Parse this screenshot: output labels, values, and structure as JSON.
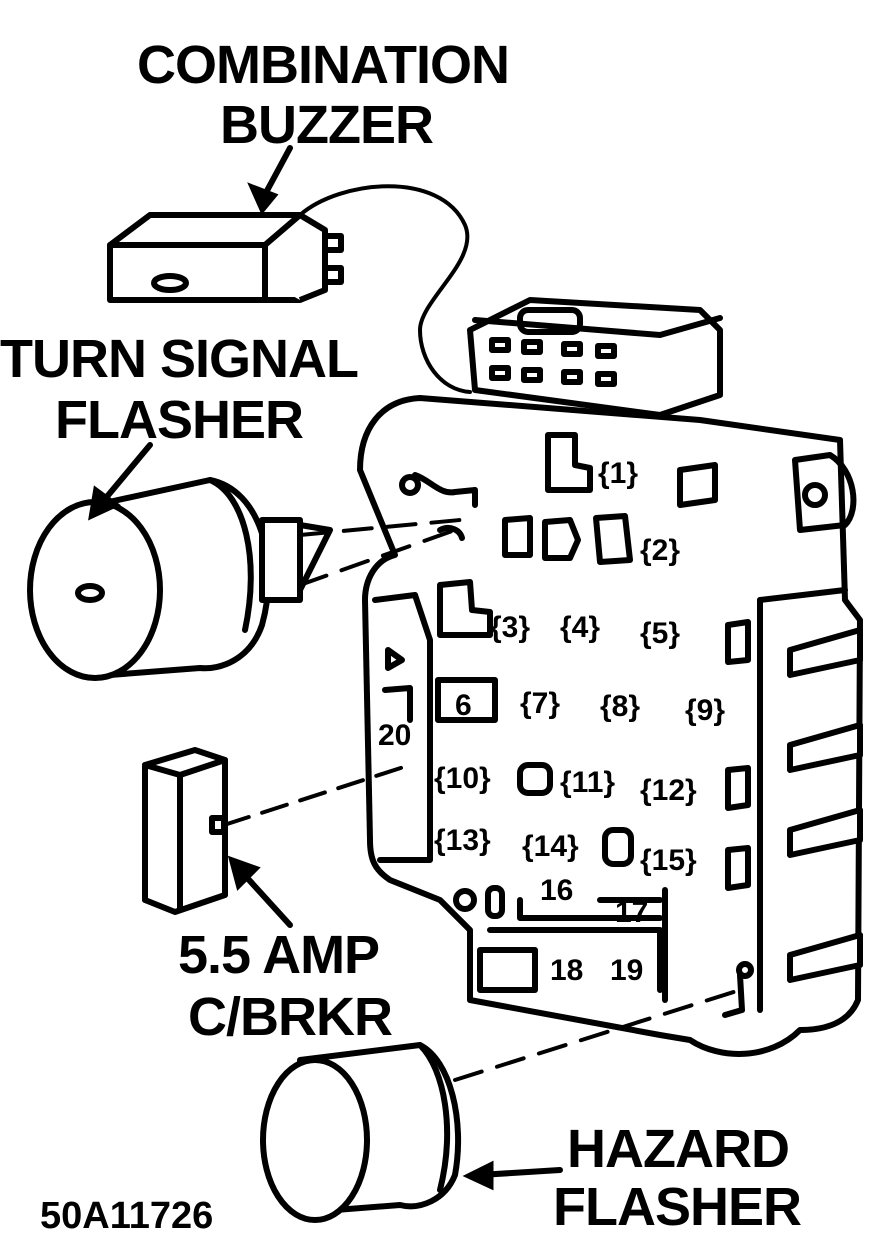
{
  "labels": {
    "combination_buzzer_line1": "COMBINATION",
    "combination_buzzer_line2": "BUZZER",
    "turn_signal_line1": "TURN SIGNAL",
    "turn_signal_line2": "FLASHER",
    "breaker_line1": "5.5 AMP",
    "breaker_line2": "C/BRKR",
    "hazard_line1": "HAZARD",
    "hazard_line2": "FLASHER",
    "figure_id": "50A11726"
  },
  "fuse_numbers": [
    "{1}",
    "{2}",
    "{3}",
    "{4}",
    "{5}",
    "6",
    "{7}",
    "{8}",
    "{9}",
    "{10}",
    "{11}",
    "{12}",
    "{13}",
    "{14}",
    "{15}",
    "16",
    "17",
    "18",
    "19",
    "20"
  ],
  "colors": {
    "ink": "#000000",
    "paper": "#ffffff"
  }
}
